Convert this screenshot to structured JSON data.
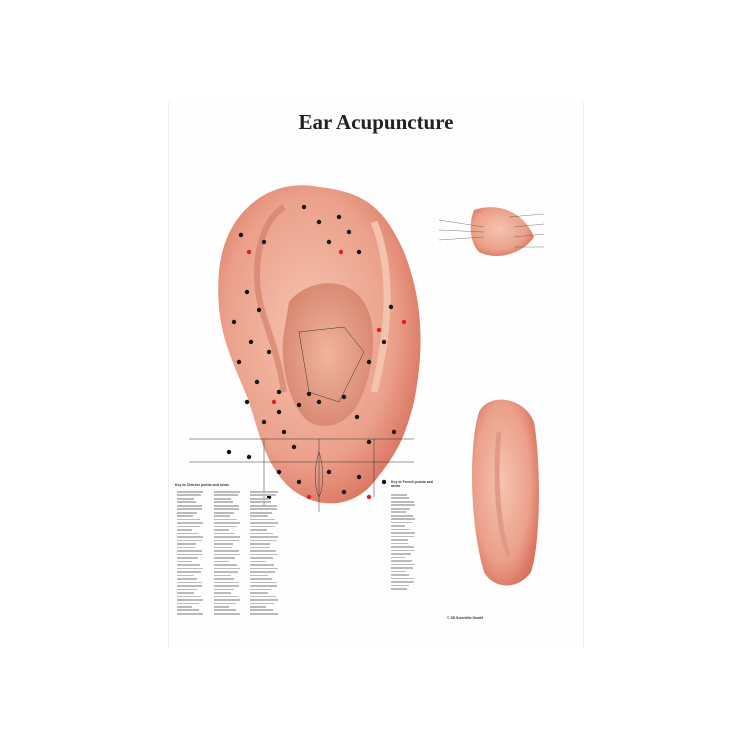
{
  "poster": {
    "title": "Ear Acupuncture",
    "chinese_key_heading": "Key to Chinese points and areas",
    "french_key_heading": "Key to French points and areas",
    "publisher": "© 3B Scientific GmbH",
    "colors": {
      "skin": "#eba08a",
      "skin_dark": "#d9735e",
      "black_point": "#111111",
      "red_point": "#e0201e"
    }
  }
}
